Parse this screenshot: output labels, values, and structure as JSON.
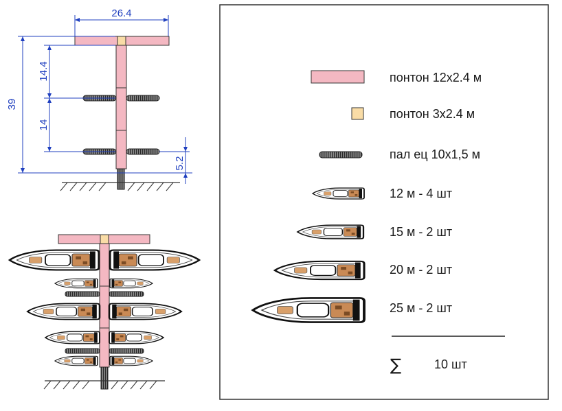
{
  "dimensions": {
    "top_width": "26.4",
    "total_height": "39",
    "segment_upper": "14.4",
    "segment_lower": "14",
    "bottom_offset": "5.2"
  },
  "legend": {
    "items": [
      {
        "kind": "pontoon-large",
        "label": "понтон 12х2.4 м"
      },
      {
        "kind": "pontoon-small",
        "label": "понтон 3х2.4 м"
      },
      {
        "kind": "finger",
        "label": "пал  ец 10х1,5 м"
      },
      {
        "kind": "boat-12",
        "label": "12 м - 4 шт"
      },
      {
        "kind": "boat-15",
        "label": "15 м - 2 шт"
      },
      {
        "kind": "boat-20",
        "label": "20 м - 2 шт"
      },
      {
        "kind": "boat-25",
        "label": "25 м - 2 шт"
      }
    ],
    "sum_symbol": "∑",
    "sum_value": "10 шт"
  },
  "colors": {
    "pontoon": "#f4b8c2",
    "pontoon_small": "#f9dca6",
    "finger": "#6e6e6e",
    "dimension": "#1f3fbf",
    "outline": "#222222"
  }
}
